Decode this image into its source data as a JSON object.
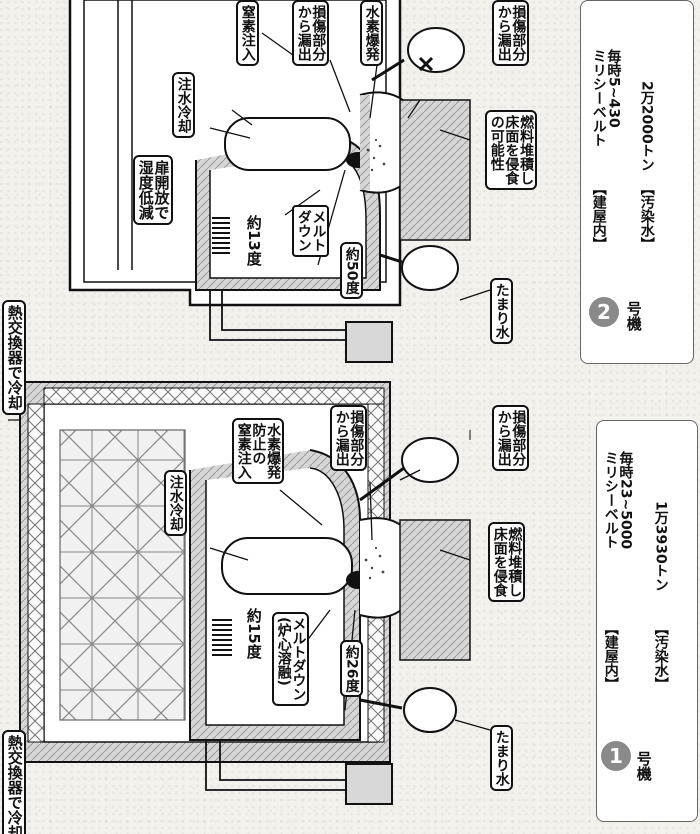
{
  "unit2": {
    "heat_exchanger": "熱交換器で冷却",
    "door_open": "扉開放で\n湿度低減",
    "temp_building": "約13度",
    "meltdown": "メルト\nダウン",
    "temp_core": "約50度",
    "water_injection": "注水冷却",
    "nitrogen": "窒素注入",
    "leak_top": "損傷部分\nから漏出",
    "hydrogen": "水素爆発",
    "leak_right": "損傷部分\nから漏出",
    "fuel_erosion": "燃料堆積し\n床面を侵食\nの可能性",
    "pooled_water": "たまり水",
    "unit_name": "号機",
    "unit_number": "2",
    "info_radiation_label": "【建屋内】",
    "info_radiation_value": "毎時5~430\nミリシーベルト",
    "info_water_label": "【汚染水】",
    "info_water_value": "2万2000トン"
  },
  "unit1": {
    "heat_exchanger": "熱交換器で冷却",
    "temp_building": "約15度",
    "meltdown": "メルトダウン\n(炉心溶融)",
    "temp_core": "約26度",
    "water_injection": "注水冷却",
    "nitrogen": "水素爆発\n防止の\n窒素注入",
    "leak_top": "損傷部分\nから漏出",
    "leak_right": "損傷部分\nから漏出",
    "fuel_erosion": "燃料堆積し\n床面を侵食",
    "pooled_water": "たまり水",
    "unit_name": "号機",
    "unit_number": "1",
    "info_radiation_label": "【建屋内】",
    "info_radiation_value": "毎時23~5000\nミリシーベルト",
    "info_water_label": "【汚染水】",
    "info_water_value": "1万3930トン"
  },
  "colors": {
    "ink": "#111111",
    "gray": "#8a8a8a",
    "hatch": "#bdbdbd",
    "paper": "#f3f1ec"
  }
}
